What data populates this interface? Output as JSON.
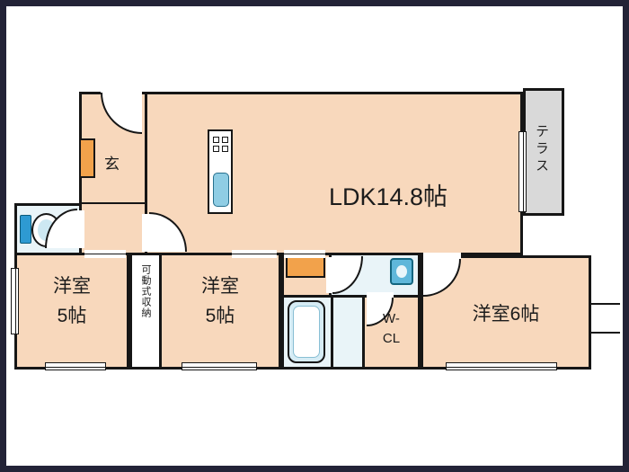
{
  "floorplan": {
    "rooms": {
      "ldk": {
        "label": "LDK14.8帖"
      },
      "entrance": {
        "label": "玄"
      },
      "terrace": {
        "label": "テラス"
      },
      "bedroom_left": {
        "line1": "洋室",
        "line2": "5帖"
      },
      "bedroom_center": {
        "line1": "洋室",
        "line2": "5帖"
      },
      "bedroom_right": {
        "label": "洋室6帖"
      },
      "walk_in_closet": {
        "line1": "W-",
        "line2": "CL"
      },
      "movable_storage": {
        "label": "可動式収納"
      }
    },
    "colors": {
      "room_fill": "#f8d8bc",
      "terrace_fill": "#d9d9d9",
      "wet_area_fill": "#e9f4f8",
      "fixture_blue": "#5fb7da",
      "cabinet_orange": "#f2a24b",
      "wall": "#161616",
      "frame": "#232337"
    }
  }
}
